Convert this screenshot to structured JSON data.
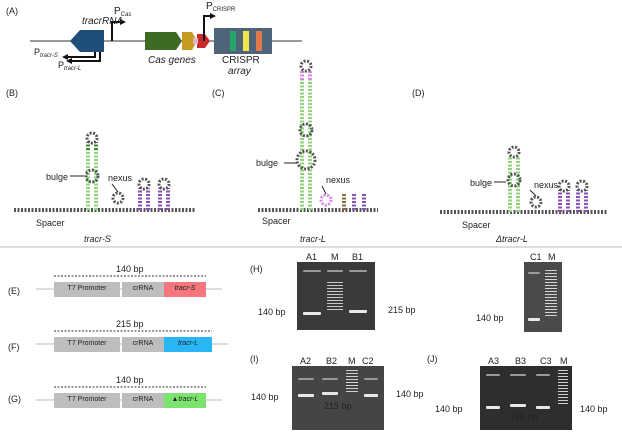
{
  "panels": {
    "A": "(A)",
    "B": "(B)",
    "C": "(C)",
    "D": "(D)",
    "E": "(E)",
    "F": "(F)",
    "G": "(G)",
    "H": "(H)",
    "I": "(I)",
    "J": "(J)"
  },
  "a": {
    "tracrRNA": "tracrRNA",
    "pcas": "P",
    "pcas_sub": "Cas",
    "pcrispr": "P",
    "pcrispr_sub": "CRISPR",
    "ptracrS": "P",
    "ptracrS_sub": "tracr-S",
    "ptracrL": "P",
    "ptracrL_sub": "tracr-L",
    "cas_genes": "Cas genes",
    "crispr": "CRISPR",
    "array": "array"
  },
  "structures": {
    "b_bulge": "bulge",
    "b_nexus": "nexus",
    "b_spacer": "Spacer",
    "b_caption": "tracr-S",
    "c_bulge": "bulge",
    "c_nexus": "nexus",
    "c_spacer": "Spacer",
    "c_caption": "tracr-L",
    "d_bulge": "bulge",
    "d_nexus": "nexus",
    "d_spacer": "Spacer",
    "d_caption": "Δtracr-L"
  },
  "constructs": {
    "e_size": "140 bp",
    "e_t7": "T7 Promoter",
    "e_cr": "crRNA",
    "e_tracr": "tracr-S",
    "f_size": "215 bp",
    "f_t7": "T7 Promoter",
    "f_cr": "crRNA",
    "f_tracr": "tracr-L",
    "g_size": "140 bp",
    "g_t7": "T7 Promoter",
    "g_cr": "crRNA",
    "g_tracr": "▲tracr-L"
  },
  "gels": {
    "h_lanes": [
      "A1",
      "M",
      "B1"
    ],
    "h_left": "140 bp",
    "h_right": "215 bp",
    "h2_lanes": [
      "C1",
      "M"
    ],
    "h2_left": "140 bp",
    "i_lanes": [
      "A2",
      "B2",
      "M",
      "C2"
    ],
    "i_left": "140 bp",
    "i_right": "140 bp",
    "i_mid": "215 bp",
    "j_lanes": [
      "A3",
      "B3",
      "C3",
      "M"
    ],
    "j_left": "140 bp",
    "j_right": "140 bp",
    "j_mid": "215 bp"
  },
  "colors": {
    "tracr_blue": "#1f4e79",
    "cas_green": "#3d6b24",
    "cas_gold": "#c49a22",
    "cas_red": "#cc2a2a",
    "array_grey": "#4f6478",
    "tracrS": "#f4777d",
    "tracrL": "#29b6f6",
    "dtracrL": "#7de36f",
    "rna_green": "#8fd47a",
    "rna_purple": "#8a4fb5",
    "rna_grey": "#555555"
  }
}
